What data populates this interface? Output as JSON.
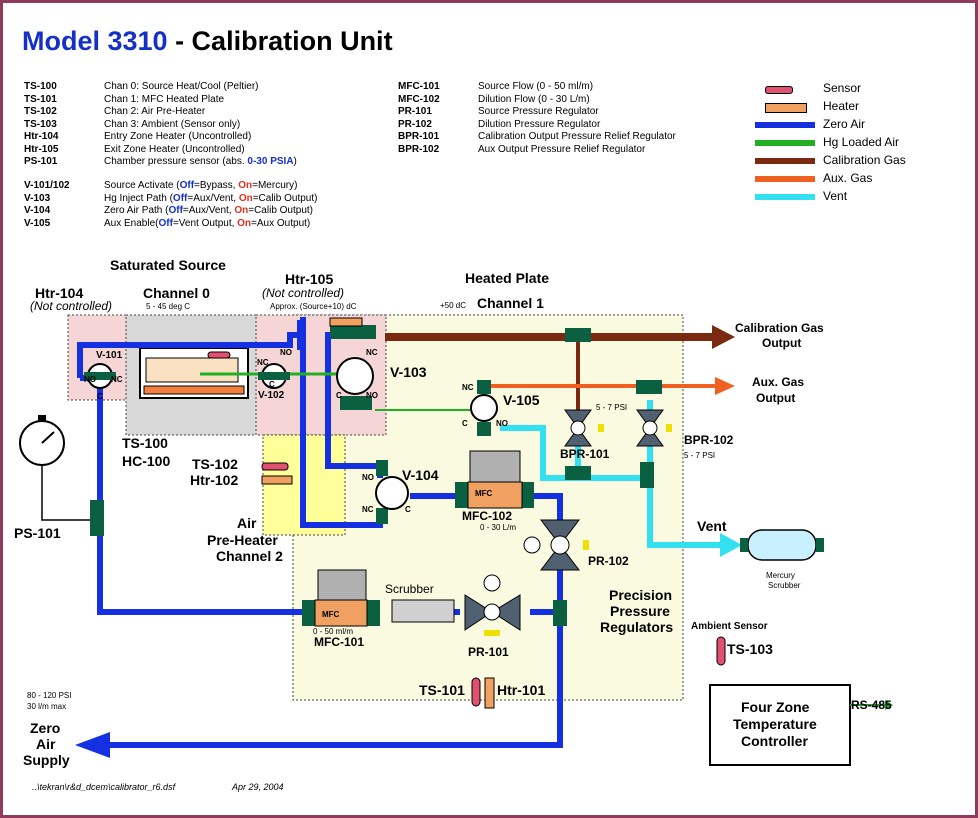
{
  "title": {
    "model": "Model 3310",
    "rest": " - Calibration Unit"
  },
  "legend_left": [
    {
      "id": "TS-100",
      "desc": "Chan 0: Source Heat/Cool (Peltier)"
    },
    {
      "id": "TS-101",
      "desc": "Chan 1: MFC Heated Plate"
    },
    {
      "id": "TS-102",
      "desc": "Chan 2: Air Pre-Heater"
    },
    {
      "id": "TS-103",
      "desc": "Chan 3: Ambient (Sensor only)"
    },
    {
      "id": "Htr-104",
      "desc": "Entry Zone Heater (Uncontrolled)"
    },
    {
      "id": "Htr-105",
      "desc": "Exit Zone Heater (Uncontrolled)"
    },
    {
      "id": "PS-101",
      "desc": "Chamber pressure sensor (abs. ",
      "hl": "0-30 PSIA",
      ")": ")"
    }
  ],
  "legend_valves": [
    {
      "id": "V-101/102",
      "pre": "Source Activate (",
      "off": "Off",
      "mid": "=Bypass, ",
      "on": "On",
      "post": "=Mercury)"
    },
    {
      "id": "V-103",
      "pre": "Hg Inject Path (",
      "off": "Off",
      "mid": "=Aux/Vent, ",
      "on": "On",
      "post": "=Calib Output)"
    },
    {
      "id": "V-104",
      "pre": "Zero Air Path (",
      "off": "Off",
      "mid": "=Aux/Vent, ",
      "on": "On",
      "post": "=Calib Output)"
    },
    {
      "id": "V-105",
      "pre": "Aux Enable(",
      "off": "Off",
      "mid": "=Vent Output, ",
      "on": "On",
      "post": "=Aux Output)"
    }
  ],
  "legend_mid": [
    {
      "id": "MFC-101",
      "desc": "Source Flow (0 - 50 ml/m)"
    },
    {
      "id": "MFC-102",
      "desc": "Dilution Flow (0 - 30 L/m)"
    },
    {
      "id": "PR-101",
      "desc": "Source Pressure Regulator"
    },
    {
      "id": "PR-102",
      "desc": "Dilution Pressure Regulator"
    },
    {
      "id": "BPR-101",
      "desc": "Calibration Output Pressure Relief Regulator"
    },
    {
      "id": "BPR-102",
      "desc": "Aux Output Pressure Relief Regulator"
    }
  ],
  "key": [
    {
      "label": "Sensor",
      "type": "sensor"
    },
    {
      "label": "Heater",
      "type": "heater"
    },
    {
      "label": "Zero Air",
      "color": "#1530e0"
    },
    {
      "label": "Hg Loaded Air",
      "color": "#22b022"
    },
    {
      "label": "Calibration Gas",
      "color": "#7a2a10"
    },
    {
      "label": "Aux. Gas",
      "color": "#f06020"
    },
    {
      "label": "Vent",
      "color": "#33e0f0"
    }
  ],
  "colors": {
    "zero_air": "#1530e0",
    "hg_air": "#22b022",
    "cal_gas": "#7a2a10",
    "aux_gas": "#f06020",
    "vent": "#33e0f0",
    "frame": "#8e3b5c",
    "heated_plate": "#fafae0",
    "saturated_zone": "#d8d8d8",
    "entry_zone": "#f5d5d5",
    "preheater": "#ffff9a"
  },
  "diagram": {
    "saturated_source": "Saturated Source",
    "htr104": "Htr-104",
    "htr104_note": "(Not controlled)",
    "channel0": "Channel 0",
    "channel0_range": "5 - 45 deg C",
    "htr105": "Htr-105",
    "htr105_note": "(Not controlled)",
    "htr105_approx": "Approx. (Source+10) dC",
    "heated_plate": "Heated Plate",
    "channel1_temp": "+50 dC",
    "channel1": "Channel 1",
    "v101": "V-101",
    "v102": "V-102",
    "v103": "V-103",
    "v104": "V-104",
    "v105": "V-105",
    "no": "NO",
    "nc": "NC",
    "c": "C",
    "ts100": "TS-100",
    "hc100": "HC-100",
    "ts102": "TS-102",
    "htr102": "Htr-102",
    "air": "Air",
    "preheater": "Pre-Heater",
    "channel2": "Channel 2",
    "ps101": "PS-101",
    "mfc": "MFC",
    "mfc102": "MFC-102",
    "mfc102_range": "0 - 30 L/m",
    "mfc101": "MFC-101",
    "mfc101_range": "0 - 50 ml/m",
    "scrubber": "Scrubber",
    "pr101": "PR-101",
    "pr102": "PR-102",
    "bpr101": "BPR-101",
    "bpr101_psi": "5 - 7 PSI",
    "bpr102": "BPR-102",
    "bpr102_psi": "5 - 7 PSI",
    "precision1": "Precision",
    "precision2": "Pressure",
    "precision3": "Regulators",
    "cal_out1": "Calibration Gas",
    "cal_out2": "Output",
    "aux_out1": "Aux. Gas",
    "aux_out2": "Output",
    "vent": "Vent",
    "mercury1": "Mercury",
    "mercury2": "Scrubber",
    "ambient": "Ambient Sensor",
    "ts103": "TS-103",
    "ts101": "TS-101",
    "htr101": "Htr-101",
    "ctrl1": "Four Zone",
    "ctrl2": "Temperature",
    "ctrl3": "Controller",
    "rs485": "RS-485",
    "psi_note": "80 - 120 PSI",
    "flow_note": "30 l/m max",
    "zero1": "Zero",
    "zero2": "Air",
    "zero3": "Supply",
    "file": "..\\tekran\\r&d_dcem\\calibrator_r6.dsf",
    "date": "Apr 29,  2004"
  }
}
